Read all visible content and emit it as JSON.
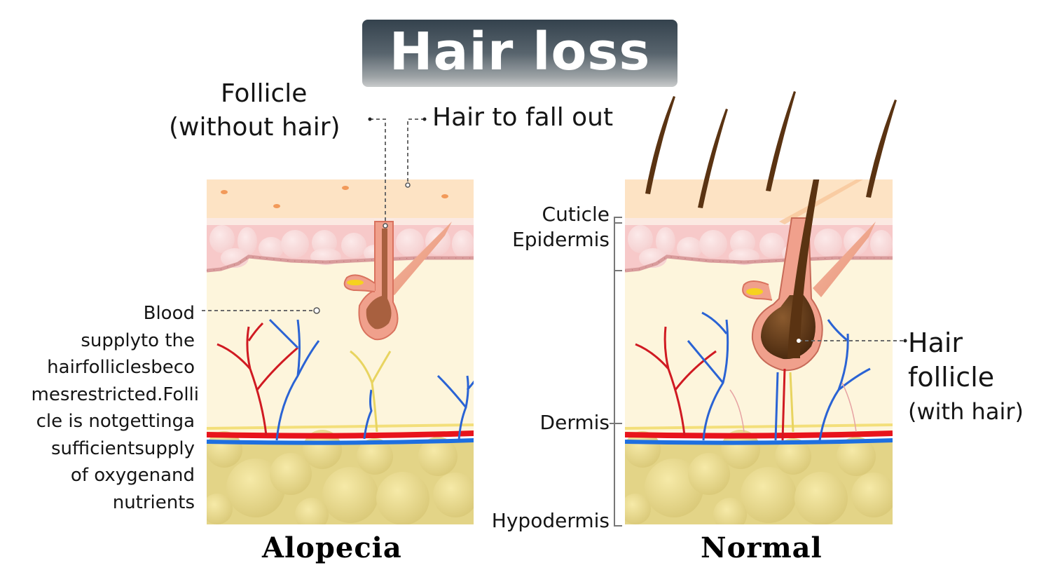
{
  "title": "Hair loss",
  "left_panel": {
    "caption": "Alopecia",
    "labels": {
      "follicle_without_hair": [
        "Follicle",
        "(without hair)"
      ],
      "hair_to_fall_out": "Hair to fall out",
      "blood_supply_description": [
        "Blood",
        "supplyto the",
        "hairfolliclesbeco",
        "mesrestricted.Folli",
        "cle is notgettinga",
        "sufficientsupply",
        "of oxygenand",
        "nutrients"
      ]
    }
  },
  "right_panel": {
    "caption": "Normal",
    "labels": {
      "hair_follicle_with_hair": [
        "Hair",
        "follicle",
        "(with hair)"
      ]
    }
  },
  "layer_labels": {
    "cuticle": "Cuticle",
    "epidermis": "Epidermis",
    "dermis": "Dermis",
    "hypodermis": "Hypodermis"
  },
  "colors": {
    "title_gradient_top": "#34424d",
    "title_gradient_bottom": "#c9cbcc",
    "cuticle": "#fde3c4",
    "epidermis": "#f7c9c9",
    "dermis": "#fdf5dc",
    "hypodermis": "#e6d78d",
    "artery": "#e8141c",
    "vein": "#1e6fe0",
    "hair": "#5a3312",
    "follicle_sheath": "#f0a08c"
  }
}
